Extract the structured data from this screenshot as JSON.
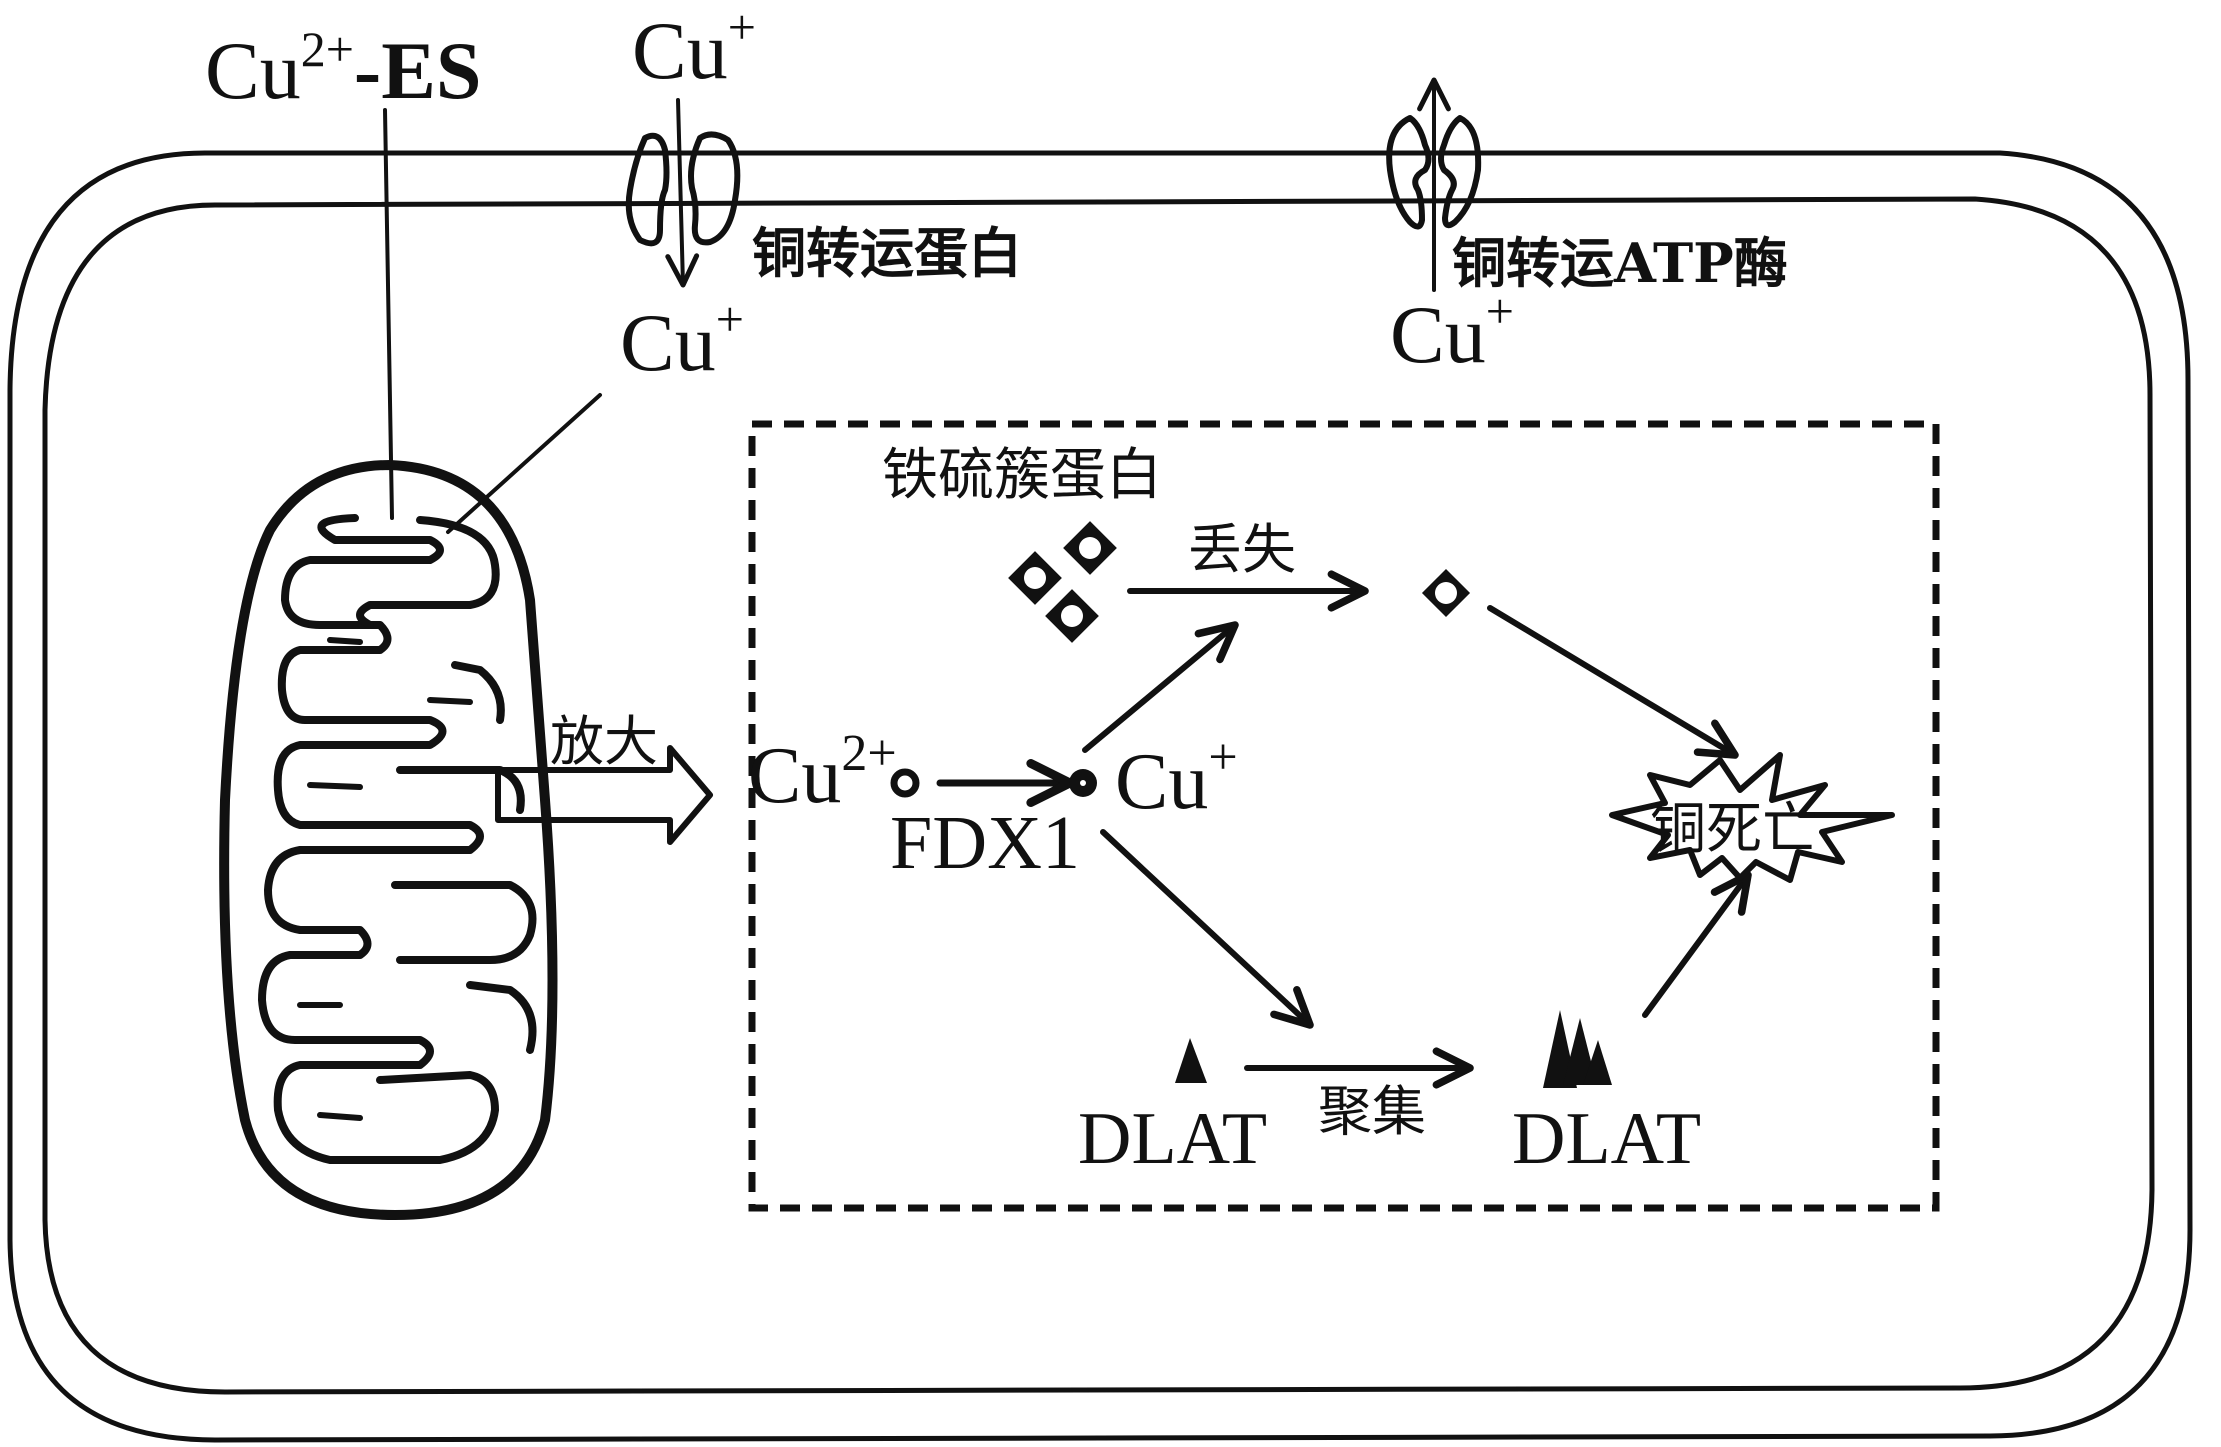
{
  "diagram": {
    "title": "Cuproptosis mechanism (铜死亡)",
    "colors": {
      "ink": "#111111",
      "background": "#ffffff"
    },
    "outside_labels": {
      "cu_es": {
        "base": "Cu",
        "sup": "2+",
        "suffix": "-ES"
      },
      "cu_in_top": {
        "base": "Cu",
        "sup": "+"
      }
    },
    "membrane_proteins": {
      "importer": {
        "label": "铜转运蛋白",
        "product": {
          "base": "Cu",
          "sup": "+"
        }
      },
      "exporter": {
        "label": "铜转运ATP酶",
        "substrate": {
          "base": "Cu",
          "sup": "+"
        }
      }
    },
    "zoom_arrow_label": "放大",
    "inset": {
      "fe_s_cluster_label": "铁硫簇蛋白",
      "loss_label": "丢失",
      "cu2_label": {
        "base": "Cu",
        "sup": "2+"
      },
      "cu1_label": {
        "base": "Cu",
        "sup": "+"
      },
      "fdx1_label": "FDX1",
      "dlat_left_label": "DLAT",
      "dlat_right_label": "DLAT",
      "aggregate_label": "聚集",
      "death_label": "铜死亡"
    }
  }
}
